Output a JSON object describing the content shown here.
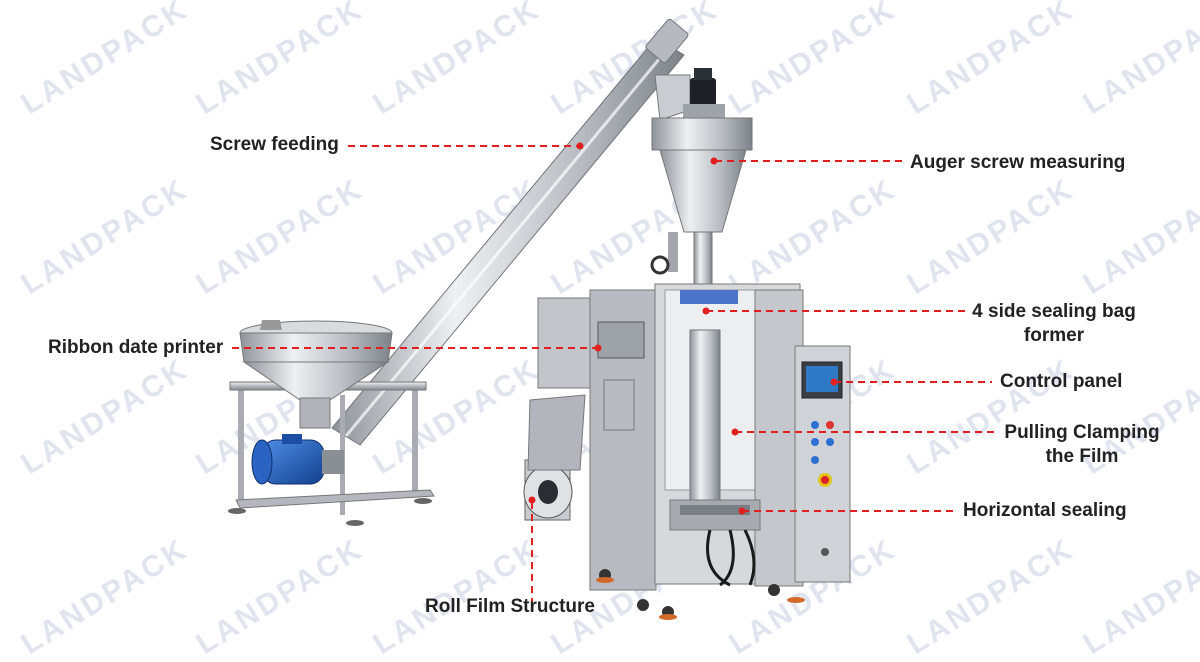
{
  "watermark": "LANDPACK",
  "labels": {
    "screw_feeding": "Screw feeding",
    "auger_screw_measuring": "Auger screw measuring",
    "bag_former_line1": "4 side sealing bag",
    "bag_former_line2": "former",
    "ribbon_date_printer": "Ribbon date printer",
    "control_panel": "Control panel",
    "pulling_clamping_line1": "Pulling Clamping",
    "pulling_clamping_line2": "the Film",
    "horizontal_sealing": "Horizontal sealing",
    "roll_film_structure": "Roll Film Structure"
  },
  "colors": {
    "leader_line": "#e02020",
    "label_text": "#222222",
    "steel": "#c9ccd1",
    "motor_blue": "#1e5bb8",
    "watermark": "#dfe4ef"
  },
  "icons": [
    "screw-conveyor",
    "feed-hopper",
    "electric-motor",
    "auger-filler",
    "servo-motor",
    "packing-machine-frame",
    "film-roll",
    "touch-screen",
    "emergency-stop-button"
  ]
}
